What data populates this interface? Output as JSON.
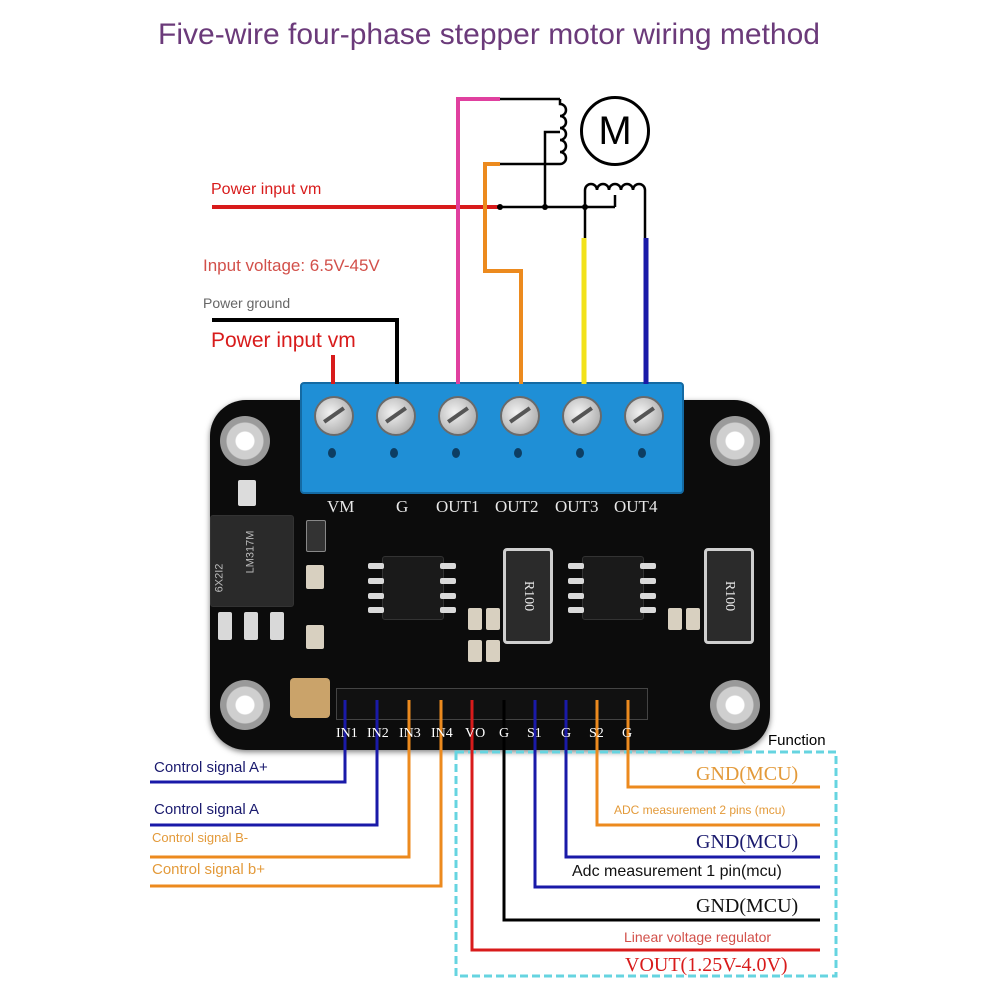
{
  "title": "Five-wire four-phase stepper motor wiring method",
  "motor_symbol": "M",
  "left_labels": {
    "power_vm_top": "Power input vm",
    "input_voltage": "Input voltage: 6.5V-45V",
    "power_ground": "Power ground",
    "power_vm_big": "Power input vm"
  },
  "terminal_labels": [
    "VM",
    "G",
    "OUT1",
    "OUT2",
    "OUT3",
    "OUT4"
  ],
  "resistor_label": "R100",
  "chip_markings": [
    "LM317M",
    "6X2I2"
  ],
  "header_pin_labels": [
    "IN1",
    "IN2",
    "IN3",
    "IN4",
    "VO",
    "G",
    "S1",
    "G",
    "S2",
    "G"
  ],
  "control_labels": [
    "Control signal A+",
    "Control signal A",
    "Control signal B-",
    "Control signal b+"
  ],
  "function_box": {
    "heading": "Function",
    "entries": [
      {
        "label": "GND(MCU)"
      },
      {
        "label": "ADC measurement 2 pins (mcu)"
      },
      {
        "label": "GND(MCU)"
      },
      {
        "label": "Adc measurement 1 pin(mcu)"
      },
      {
        "label": "GND(MCU)"
      },
      {
        "label": "Linear voltage regulator"
      },
      {
        "label": "VOUT(1.25V-4.0V)"
      }
    ]
  },
  "colors": {
    "title": "#6b3a7a",
    "red": "#d81b1b",
    "black": "#000000",
    "magenta": "#e0409f",
    "orange": "#ec8a1e",
    "yellow": "#f2e21a",
    "blue": "#1a1aa8",
    "cyan_box": "#66d4e0",
    "function_orange": "#e39a3a"
  }
}
